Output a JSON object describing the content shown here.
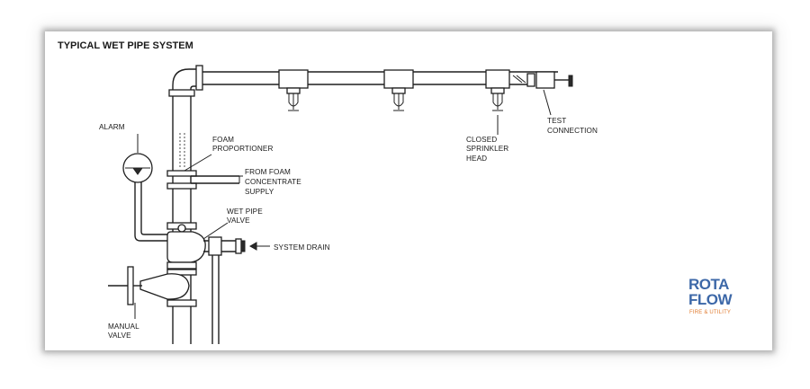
{
  "title": "TYPICAL WET PIPE SYSTEM",
  "labels": {
    "alarm": "ALARM",
    "foam_proportioner_1": "FOAM",
    "foam_proportioner_2": "PROPORTIONER",
    "foam_supply_1": "FROM FOAM",
    "foam_supply_2": "CONCENTRATE",
    "foam_supply_3": "SUPPLY",
    "wet_pipe_valve_1": "WET PIPE",
    "wet_pipe_valve_2": "VALVE",
    "system_drain": "SYSTEM DRAIN",
    "manual_valve_1": "MANUAL",
    "manual_valve_2": "VALVE",
    "sprinkler_head_1": "CLOSED",
    "sprinkler_head_2": "SPRINKLER",
    "sprinkler_head_3": "HEAD",
    "test_connection_1": "TEST",
    "test_connection_2": "CONNECTION"
  },
  "logo": {
    "line1": "ROTA",
    "line2": "FLOW",
    "line3": "FIRE & UTILITY"
  },
  "colors": {
    "logo_blue": "#3d68a8",
    "logo_orange": "#e07a2e"
  }
}
